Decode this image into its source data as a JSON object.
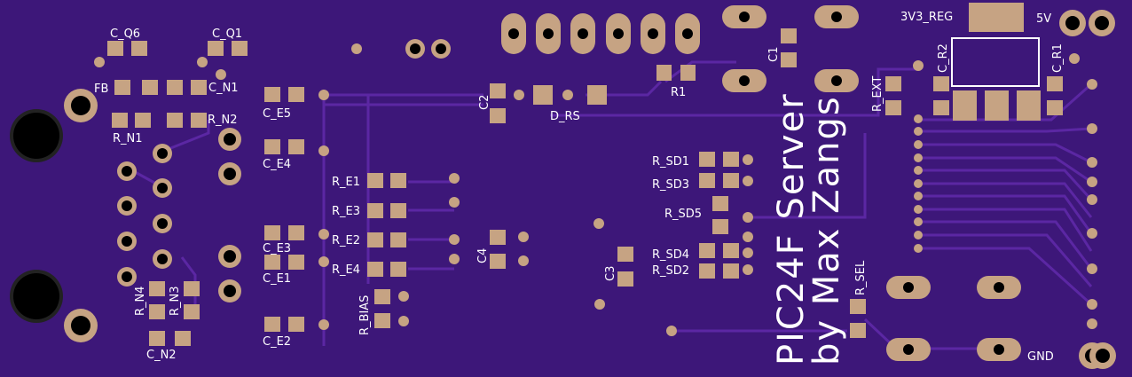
{
  "board_text": {
    "title_line1": "PIC24F Server",
    "title_line2": "by Max Zangs"
  },
  "labels": {
    "c_q6": "C_Q6",
    "c_q1": "C_Q1",
    "fb": "FB",
    "c_n1": "C_N1",
    "r_n1": "R_N1",
    "r_n2": "R_N2",
    "r_n4": "R_N4",
    "r_n3": "R_N3",
    "c_n2": "C_N2",
    "c_e5": "C_E5",
    "c_e4": "C_E4",
    "c_e3": "C_E3",
    "c_e1": "C_E1",
    "c_e2": "C_E2",
    "r_e1": "R_E1",
    "r_e3": "R_E3",
    "r_e2": "R_E2",
    "r_e4": "R_E4",
    "r_bias": "R_BIAS",
    "c2": "C2",
    "d_rs": "D_RS",
    "r1": "R1",
    "c1": "C1",
    "c4": "C4",
    "c3": "C3",
    "r_sd1": "R_SD1",
    "r_sd3": "R_SD3",
    "r_sd5": "R_SD5",
    "r_sd4": "R_SD4",
    "r_sd2": "R_SD2",
    "r_ext": "R_EXT",
    "c_r2": "C_R2",
    "c_r1": "C_R1",
    "reg": "3V3_REG",
    "v5": "5V",
    "gnd": "GND",
    "r_sel": "R_SEL"
  },
  "colors": {
    "board": "#3d1779",
    "trace": "#5b27a3",
    "pad": "#c6a383",
    "silkscreen": "#ffffff"
  }
}
